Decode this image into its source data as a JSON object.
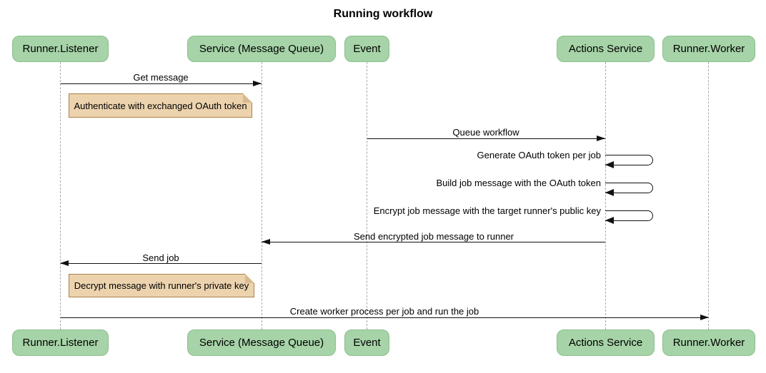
{
  "title": "Running workflow",
  "diagram_type": "sequence",
  "colors": {
    "background": "#ffffff",
    "actor-fill": "#a6d3a7",
    "actor-border": "#8cbf8e",
    "note-fill": "#ecd3ae",
    "note-border": "#aa8148",
    "note-fold": "#d9ba8e",
    "lifeline": "#a9a9a9",
    "arrow": "#111111",
    "text": "#000000"
  },
  "actors": [
    {
      "id": "runner-listener",
      "label": "Runner.Listener"
    },
    {
      "id": "service-message-queue",
      "label": "Service (Message Queue)"
    },
    {
      "id": "event",
      "label": "Event"
    },
    {
      "id": "actions-service",
      "label": "Actions Service"
    },
    {
      "id": "runner-worker",
      "label": "Runner.Worker"
    }
  ],
  "messages": [
    {
      "label": "Get message",
      "from": "Runner.Listener",
      "to": "Service (Message Queue)",
      "kind": "arrow"
    },
    {
      "label": "Queue workflow",
      "from": "Event",
      "to": "Actions Service",
      "kind": "arrow"
    },
    {
      "label": "Generate OAuth token per job",
      "from": "Actions Service",
      "to": "Actions Service",
      "kind": "self"
    },
    {
      "label": "Build job message with the OAuth token",
      "from": "Actions Service",
      "to": "Actions Service",
      "kind": "self"
    },
    {
      "label": "Encrypt job message with the target runner's public key",
      "from": "Actions Service",
      "to": "Actions Service",
      "kind": "self"
    },
    {
      "label": "Send encrypted job message to runner",
      "from": "Actions Service",
      "to": "Service (Message Queue)",
      "kind": "arrow"
    },
    {
      "label": "Send job",
      "from": "Service (Message Queue)",
      "to": "Runner.Listener",
      "kind": "arrow"
    },
    {
      "label": "Create worker process per job and run the job",
      "from": "Runner.Listener",
      "to": "Runner.Worker",
      "kind": "arrow"
    }
  ],
  "notes": [
    {
      "text": "Authenticate with exchanged OAuth token",
      "position": "right of Runner.Listener"
    },
    {
      "text": "Decrypt message with runner's private key",
      "position": "right of Runner.Listener"
    }
  ]
}
